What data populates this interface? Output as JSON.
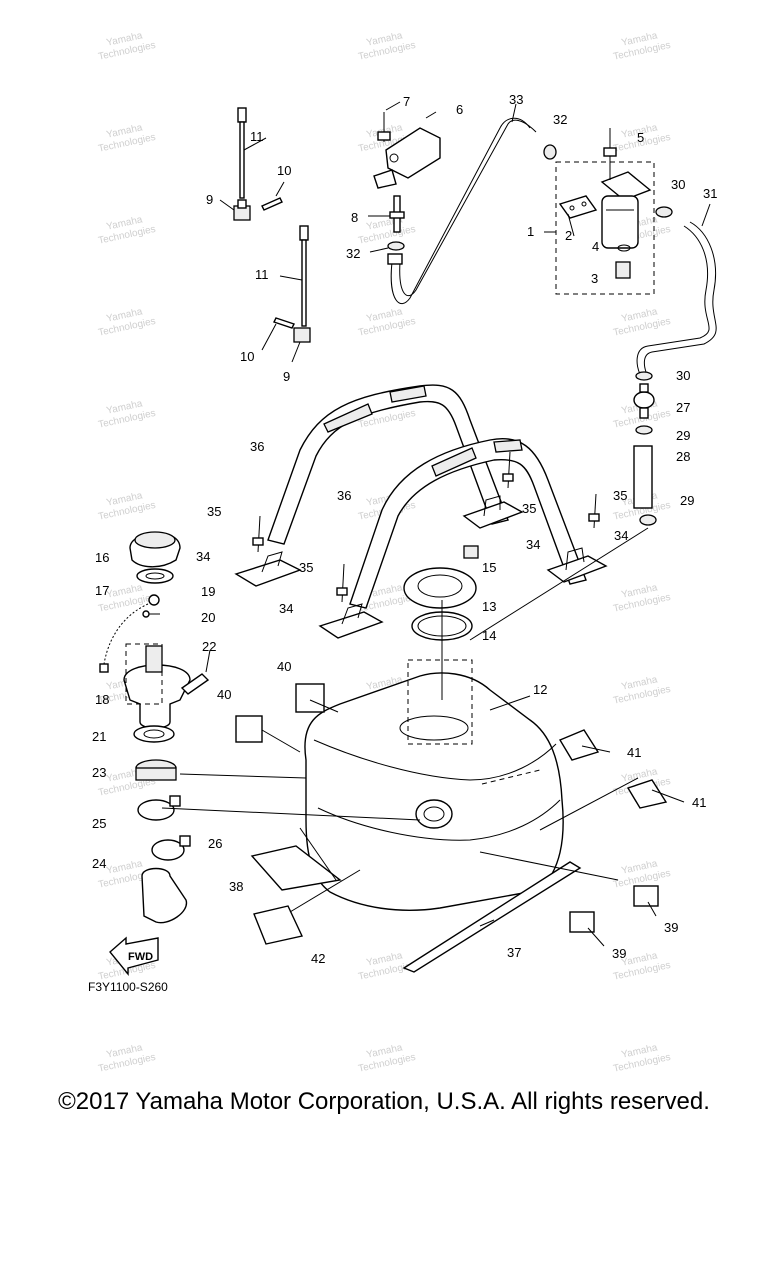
{
  "diagram": {
    "drawing_code": "F3Y1100-S260",
    "direction_label": "FWD",
    "watermark_text": [
      "Yamaha",
      "Technologies"
    ],
    "callouts": [
      "1",
      "2",
      "3",
      "4",
      "5",
      "6",
      "7",
      "8",
      "9",
      "9",
      "10",
      "10",
      "11",
      "11",
      "12",
      "13",
      "14",
      "15",
      "16",
      "17",
      "18",
      "19",
      "20",
      "21",
      "22",
      "23",
      "24",
      "25",
      "26",
      "27",
      "28",
      "29",
      "29",
      "30",
      "30",
      "31",
      "32",
      "32",
      "33",
      "34",
      "34",
      "34",
      "34",
      "35",
      "35",
      "35",
      "35",
      "36",
      "36",
      "37",
      "38",
      "39",
      "39",
      "40",
      "40",
      "41",
      "41",
      "42"
    ]
  },
  "footer": {
    "copyright": "©2017 Yamaha Motor Corporation, U.S.A. All rights reserved."
  }
}
